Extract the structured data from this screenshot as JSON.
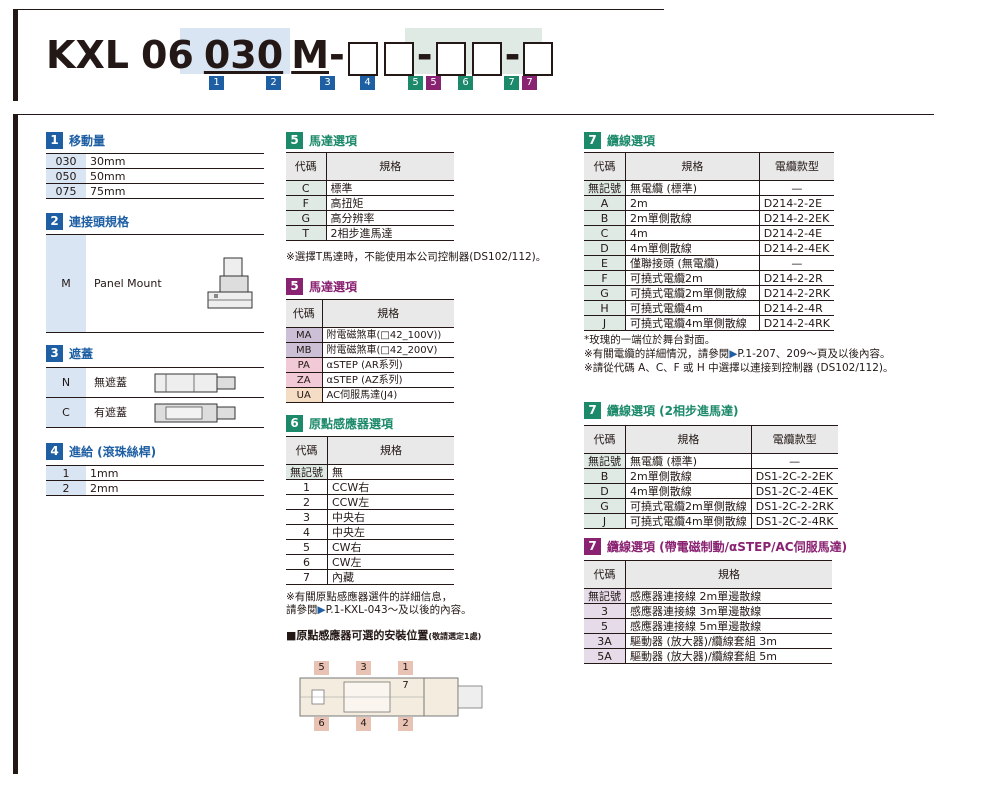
{
  "model": {
    "prefix": "KXL",
    "size": "06",
    "stroke": "030",
    "connector": "M",
    "dash": "-",
    "tags": [
      "1",
      "2",
      "3",
      "4",
      "5",
      "5",
      "6",
      "7",
      "7"
    ]
  },
  "sections": {
    "s1": {
      "num": "1",
      "title": "移動量",
      "rows": [
        [
          "030",
          "30mm"
        ],
        [
          "050",
          "50mm"
        ],
        [
          "075",
          "75mm"
        ]
      ]
    },
    "s2": {
      "num": "2",
      "title": "連接頭規格",
      "code": "M",
      "spec": "Panel Mount"
    },
    "s3": {
      "num": "3",
      "title": "遮蓋",
      "rows": [
        [
          "N",
          "無遮蓋"
        ],
        [
          "C",
          "有遮蓋"
        ]
      ]
    },
    "s4": {
      "num": "4",
      "title": "進給 (滾珠絲桿)",
      "rows": [
        [
          "1",
          "1mm"
        ],
        [
          "2",
          "2mm"
        ]
      ]
    },
    "s5a": {
      "num": "5",
      "title": "馬達選項",
      "headers": [
        "代碼",
        "規格"
      ],
      "rows": [
        [
          "C",
          "標準"
        ],
        [
          "F",
          "高扭矩"
        ],
        [
          "G",
          "高分辨率"
        ],
        [
          "T",
          "2相步進馬達"
        ]
      ],
      "note": "※選擇T馬達時，不能使用本公司控制器(DS102/112)。"
    },
    "s5b": {
      "num": "5",
      "title": "馬達選項",
      "headers": [
        "代碼",
        "規格"
      ],
      "rows": [
        [
          "MA",
          "附電磁煞車(□42_100V))"
        ],
        [
          "MB",
          "附電磁煞車(□42_200V)"
        ],
        [
          "PA",
          "αSTEP (AR系列)"
        ],
        [
          "ZA",
          "αSTEP (AZ系列)"
        ],
        [
          "UA",
          "AC伺服馬達(J4)"
        ]
      ]
    },
    "s6": {
      "num": "6",
      "title": "原點感應器選項",
      "headers": [
        "代碼",
        "規格"
      ],
      "rows": [
        [
          "無記號",
          "無"
        ],
        [
          "1",
          "CCW右"
        ],
        [
          "2",
          "CCW左"
        ],
        [
          "3",
          "中央右"
        ],
        [
          "4",
          "中央左"
        ],
        [
          "5",
          "CW右"
        ],
        [
          "6",
          "CW左"
        ],
        [
          "7",
          "內藏"
        ]
      ],
      "note1": "※有關原點感應器選件的詳細信息，",
      "note2": "請參閱",
      "note2b": "P.1-KXL-043～及以後的內容。",
      "mount_title": "■原點感應器可選的安裝位置",
      "mount_small": "(敬請選定1處)",
      "mount_tags_top": [
        "5",
        "3",
        "1"
      ],
      "mount_tags_bottom": [
        "6",
        "4",
        "2"
      ],
      "mount_inner": "7"
    },
    "s7a": {
      "num": "7",
      "title": "纜線選項",
      "headers": [
        "代碼",
        "規格",
        "電纜款型"
      ],
      "rows": [
        [
          "無記號",
          "無電纜 (標準)",
          "—"
        ],
        [
          "A",
          "2m",
          "D214-2-2E"
        ],
        [
          "B",
          "2m單側散線",
          "D214-2-2EK"
        ],
        [
          "C",
          "4m",
          "D214-2-4E"
        ],
        [
          "D",
          "4m單側散線",
          "D214-2-4EK"
        ],
        [
          "E",
          "僅聯接頭 (無電纜)",
          "—"
        ],
        [
          "F",
          "可撓式電纜2m",
          "D214-2-2R"
        ],
        [
          "G",
          "可撓式電纜2m單側散線",
          "D214-2-2RK"
        ],
        [
          "H",
          "可撓式電纜4m",
          "D214-2-4R"
        ],
        [
          "J",
          "可撓式電纜4m單側散線",
          "D214-2-4RK"
        ]
      ],
      "note1": "*玫瑰的一端位於舞台對面。",
      "note2": "※有關電纜的詳細情況，請參閱",
      "note2b": "P.1-207、209～頁及以後內容。",
      "note3": "※請從代碼 A、C、F 或 H 中選擇以連接到控制器 (DS102/112)。"
    },
    "s7b": {
      "num": "7",
      "title": "纜線選項 (2相步進馬達)",
      "headers": [
        "代碼",
        "規格",
        "電纜款型"
      ],
      "rows": [
        [
          "無記號",
          "無電纜 (標準)",
          "—"
        ],
        [
          "B",
          "2m單側散線",
          "DS1-2C-2-2EK"
        ],
        [
          "D",
          "4m單側散線",
          "DS1-2C-2-4EK"
        ],
        [
          "G",
          "可撓式電纜2m單側散線",
          "DS1-2C-2-2RK"
        ],
        [
          "J",
          "可撓式電纜4m單側散線",
          "DS1-2C-2-4RK"
        ]
      ]
    },
    "s7c": {
      "num": "7",
      "title": "纜線選項 (帶電磁制動/αSTEP/AC伺服馬達)",
      "headers": [
        "代碼",
        "規格"
      ],
      "rows": [
        [
          "無記號",
          "感應器連接線 2m單邊散線"
        ],
        [
          "3",
          "感應器連接線 3m單邊散線"
        ],
        [
          "5",
          "感應器連接線 5m單邊散線"
        ],
        [
          "3A",
          "驅動器 (放大器)/纜線套組 3m"
        ],
        [
          "5A",
          "驅動器 (放大器)/纜線套組 5m"
        ]
      ]
    }
  },
  "colors": {
    "blue": "#1e5fa3",
    "green": "#1c8a6a",
    "purple": "#8a2272"
  }
}
